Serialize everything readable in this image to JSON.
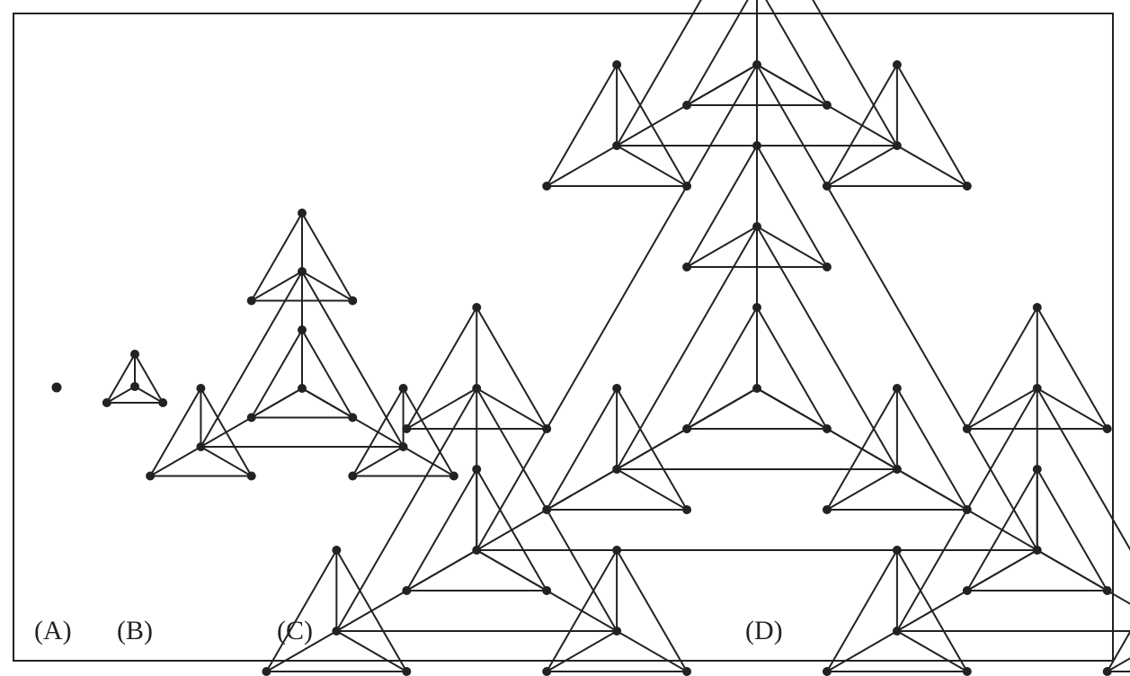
{
  "panels": [
    {
      "id": "A",
      "label": "(A)",
      "level": 0
    },
    {
      "id": "B",
      "label": "(B)",
      "level": 1
    },
    {
      "id": "C",
      "label": "(C)",
      "level": 2
    },
    {
      "id": "D",
      "label": "(D)",
      "level": 3
    }
  ],
  "colors": {
    "ink": "#222222",
    "background": "#ffffff"
  }
}
